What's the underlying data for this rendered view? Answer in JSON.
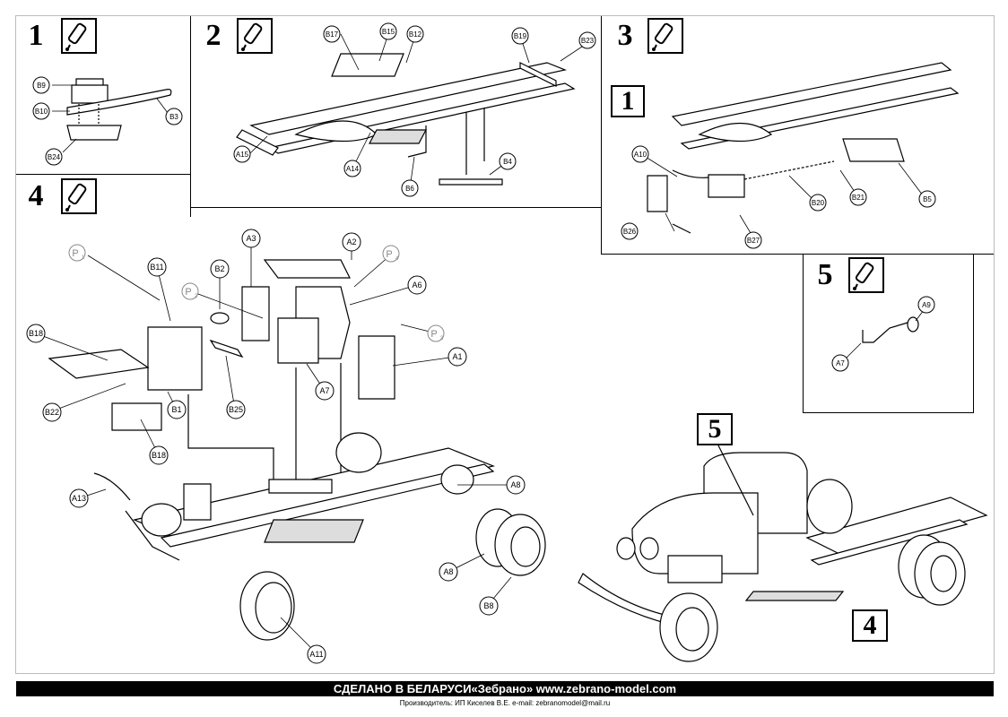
{
  "steps": [
    {
      "number": "1"
    },
    {
      "number": "2"
    },
    {
      "number": "3"
    },
    {
      "number": "4"
    },
    {
      "number": "5"
    }
  ],
  "callouts": {
    "step3_ref": "1",
    "final_ref_5": "5",
    "final_ref_4": "4"
  },
  "labels": {
    "B9": "B9",
    "B10": "B10",
    "B3": "B3",
    "B24": "B24",
    "B17": "B17",
    "B15": "B15",
    "B12": "B12",
    "B19": "B19",
    "B23": "B23",
    "A15": "A15",
    "A14": "A14",
    "B6": "B6",
    "B4": "B4",
    "A10": "A10",
    "B26": "B26",
    "B27": "B27",
    "B20": "B20",
    "B21": "B21",
    "B5": "B5",
    "A9": "A9",
    "A7s5": "A7",
    "P1": "P",
    "P1sub": "1",
    "P2": "P",
    "P2sub": "2",
    "P4": "P",
    "P4sub": "4",
    "P3": "P",
    "P3sub": "3",
    "A3": "A3",
    "A2": "A2",
    "B11": "B11",
    "B2": "B2",
    "A6": "A6",
    "B18a": "B18",
    "A1": "A1",
    "A7": "A7",
    "B22": "B22",
    "B1": "B1",
    "B25": "B25",
    "B18b": "B18",
    "A13": "A13",
    "A8a": "A8",
    "A8b": "A8",
    "B8": "B8",
    "A11": "A11"
  },
  "footer": {
    "main": "СДЕЛАНО В БЕЛАРУСИ«Зебрано» www.zebrano-model.com",
    "sub": "Производитель: ИП Киселев В.Е.  e-mail: zebranomodel@mail.ru"
  }
}
